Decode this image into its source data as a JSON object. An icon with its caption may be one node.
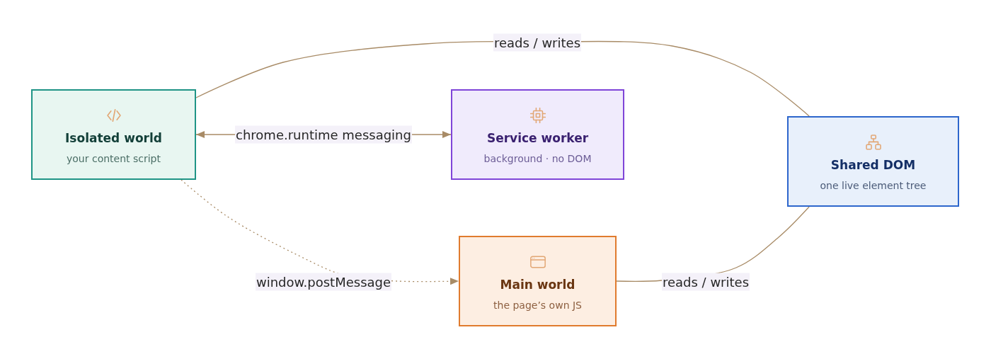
{
  "diagram": {
    "nodes": [
      {
        "text": [
          "Isolated world",
          "your content script"
        ]
      },
      {
        "text": [
          "Service worker",
          "background · no DOM"
        ]
      },
      {
        "text": [
          "Shared DOM",
          "one live element tree"
        ]
      },
      {
        "text": [
          "Main world",
          "the page’s own JS"
        ]
      }
    ],
    "edges": [
      {
        "from": 0,
        "to": 1,
        "arrow": "both",
        "label": "chrome.runtime messaging"
      },
      {
        "from": 0,
        "to": 2,
        "arrow": "none",
        "label": "reads / writes"
      },
      {
        "from": 0,
        "to": 3,
        "arrow": "to",
        "label": "window.postMessage",
        "style": "dashed"
      },
      {
        "from": 3,
        "to": 2,
        "arrow": "none",
        "label": "reads / writes"
      }
    ]
  }
}
